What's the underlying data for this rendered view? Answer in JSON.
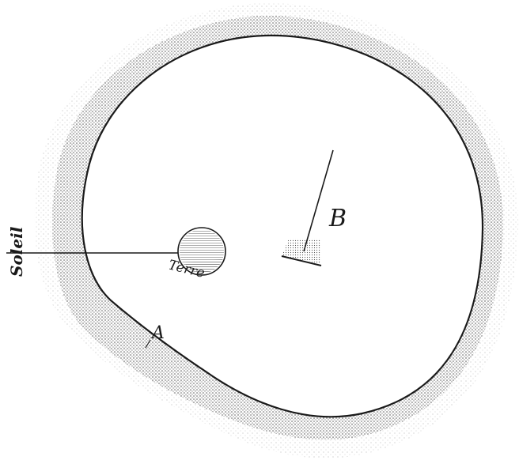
{
  "labels": {
    "soleil": "Soleil",
    "terre": "Terre",
    "a": "A",
    "b": "B"
  },
  "colors": {
    "ink": "#1a1a1a",
    "paper": "#ffffff"
  }
}
